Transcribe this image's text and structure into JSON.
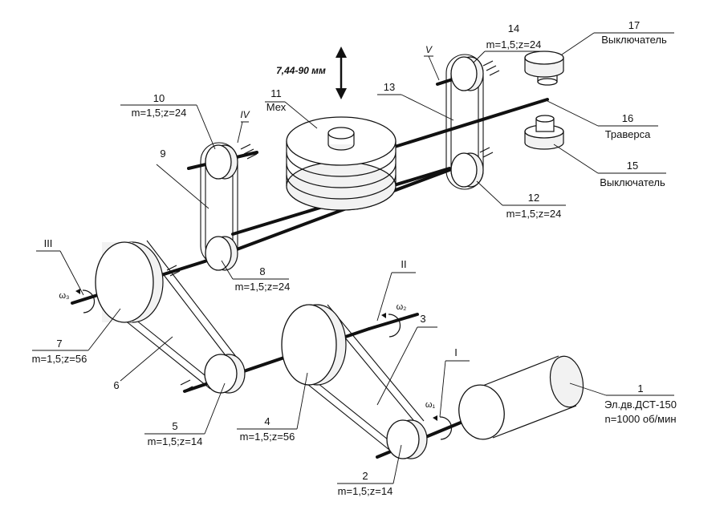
{
  "parts": {
    "p1": {
      "num": "1",
      "line1": "Эл.дв.ДСТ-150",
      "line2": "n=1000 об/мин"
    },
    "p2": {
      "num": "2",
      "spec": "m=1,5;z=14"
    },
    "p3": {
      "num": "3"
    },
    "p4": {
      "num": "4",
      "spec": "m=1,5;z=56"
    },
    "p5": {
      "num": "5",
      "spec": "m=1,5;z=14"
    },
    "p6": {
      "num": "6"
    },
    "p7": {
      "num": "7",
      "spec": "m=1,5;z=56"
    },
    "p8": {
      "num": "8",
      "spec": "m=1,5;z=24"
    },
    "p9": {
      "num": "9"
    },
    "p10": {
      "num": "10",
      "spec": "m=1,5;z=24"
    },
    "p11": {
      "num": "11",
      "name": "Мех"
    },
    "p12": {
      "num": "12",
      "spec": "m=1,5;z=24"
    },
    "p13": {
      "num": "13"
    },
    "p14": {
      "num": "14",
      "spec": "m=1,5;z=24"
    },
    "p15": {
      "num": "15",
      "name": "Выключатель"
    },
    "p16": {
      "num": "16",
      "name": "Траверса"
    },
    "p17": {
      "num": "17",
      "name": "Выключатель"
    }
  },
  "shafts": {
    "s1": "I",
    "s2": "II",
    "s3": "III",
    "s4": "IV",
    "s5": "V"
  },
  "omegas": {
    "w1": "ω₁",
    "w2": "ω₂",
    "w3": "ω₃"
  },
  "travel": "7,44-90 мм"
}
